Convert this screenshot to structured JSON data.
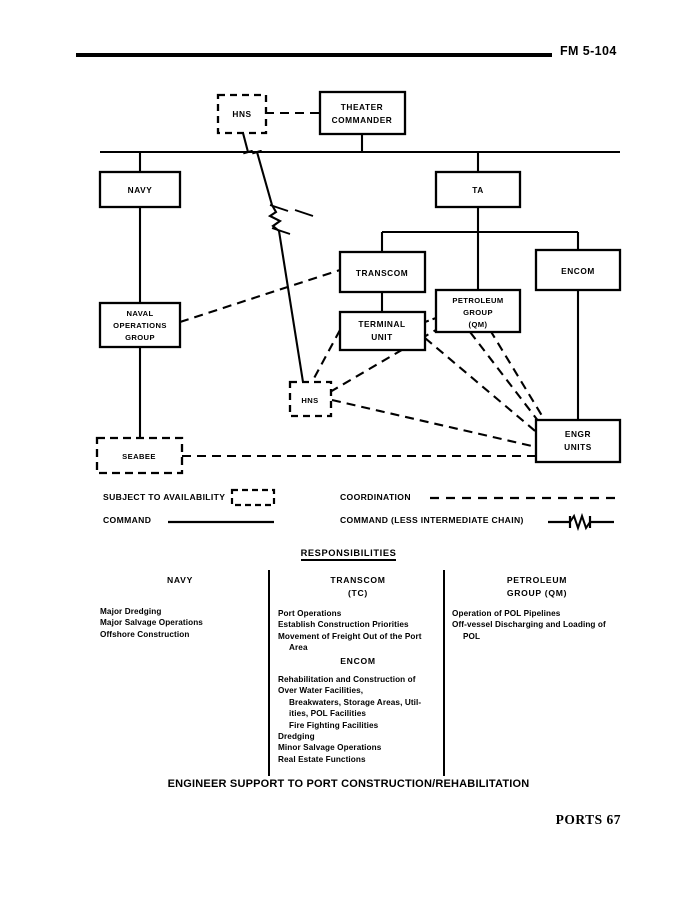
{
  "header": {
    "manual": "FM 5-104"
  },
  "diagram": {
    "boxes": [
      {
        "id": "hns-top",
        "label": [
          "HNS"
        ],
        "style": "dashed"
      },
      {
        "id": "theater",
        "label": [
          "THEATER",
          "COMMANDER"
        ],
        "style": "solid"
      },
      {
        "id": "navy",
        "label": [
          "NAVY"
        ],
        "style": "solid"
      },
      {
        "id": "ta",
        "label": [
          "TA"
        ],
        "style": "solid"
      },
      {
        "id": "transcom",
        "label": [
          "TRANSCOM"
        ],
        "style": "solid"
      },
      {
        "id": "encom",
        "label": [
          "ENCOM"
        ],
        "style": "solid"
      },
      {
        "id": "nav-ops",
        "label": [
          "NAVAL",
          "OPERATIONS",
          "GROUP"
        ],
        "style": "solid"
      },
      {
        "id": "terminal",
        "label": [
          "TERMINAL",
          "UNIT"
        ],
        "style": "solid"
      },
      {
        "id": "petroleum",
        "label": [
          "PETROLEUM",
          "GROUP",
          "(QM)"
        ],
        "style": "solid"
      },
      {
        "id": "hns-mid",
        "label": [
          "HNS"
        ],
        "style": "dashed"
      },
      {
        "id": "seabee",
        "label": [
          "SEABEE"
        ],
        "style": "dashed"
      },
      {
        "id": "engr",
        "label": [
          "ENGR",
          "UNITS"
        ],
        "style": "solid"
      }
    ]
  },
  "legend": {
    "subject_to_availability": "SUBJECT TO AVAILABILITY",
    "command": "COMMAND",
    "coordination": "COORDINATION",
    "command_less_chain": "COMMAND (LESS INTERMEDIATE CHAIN)"
  },
  "responsibilities": {
    "title": "RESPONSIBILITIES",
    "columns": [
      {
        "heading": [
          "NAVY"
        ],
        "items": [
          {
            "text": "Major Dredging",
            "indent": false
          },
          {
            "text": "Major Salvage Operations",
            "indent": false
          },
          {
            "text": "Offshore Construction",
            "indent": false
          }
        ]
      },
      {
        "heading": [
          "TRANSCOM",
          "(TC)"
        ],
        "items": [
          {
            "text": "Port Operations",
            "indent": false
          },
          {
            "text": "Establish Construction Priorities",
            "indent": false
          },
          {
            "text": "Movement of Freight Out of the Port",
            "indent": false
          },
          {
            "text": "Area",
            "indent": true
          }
        ]
      },
      {
        "heading": [
          "PETROLEUM",
          "GROUP (QM)"
        ],
        "items": [
          {
            "text": "Operation of POL Pipelines",
            "indent": false
          },
          {
            "text": "Off-vessel Discharging and Loading of",
            "indent": false
          },
          {
            "text": "POL",
            "indent": true
          }
        ]
      }
    ],
    "encom": {
      "heading": [
        "ENCOM"
      ],
      "items": [
        {
          "text": "Rehabilitation and Construction of",
          "indent": false
        },
        {
          "text": "Over Water Facilities,",
          "indent": false
        },
        {
          "text": "Breakwaters, Storage Areas, Util-",
          "indent": true
        },
        {
          "text": "ities, POL Facilities",
          "indent": true
        },
        {
          "text": "Fire Fighting Facilities",
          "indent": true
        },
        {
          "text": "Dredging",
          "indent": false
        },
        {
          "text": "Minor Salvage Operations",
          "indent": false
        },
        {
          "text": "Real Estate Functions",
          "indent": false
        }
      ]
    }
  },
  "caption": "ENGINEER SUPPORT TO PORT CONSTRUCTION/REHABILITATION",
  "footer": "PORTS 67"
}
